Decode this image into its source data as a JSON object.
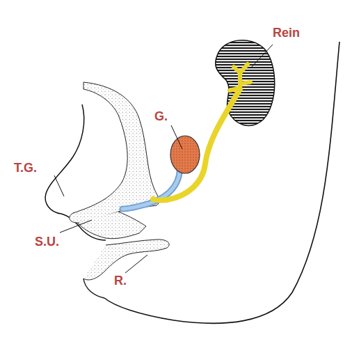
{
  "diagram": {
    "labels": [
      "Rein",
      "G.",
      "T.G.",
      "S.U.",
      "R."
    ]
  }
}
